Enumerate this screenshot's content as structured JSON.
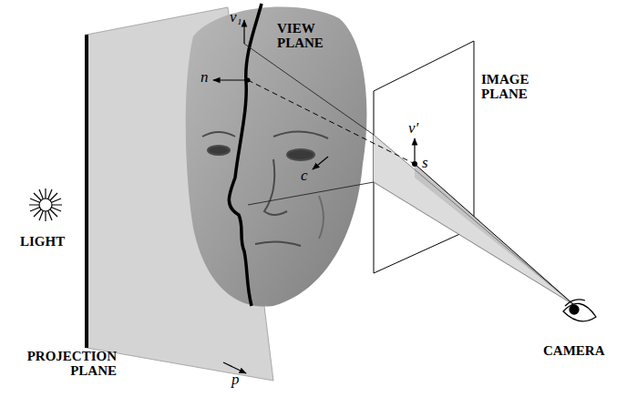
{
  "diagram": {
    "labels": [
      "VIEW PLANE",
      "IMAGE PLANE",
      "LIGHT",
      "PROJECTION PLANE",
      "CAMERA",
      "v₁",
      "n",
      "c",
      "v′",
      "s",
      "p"
    ]
  }
}
